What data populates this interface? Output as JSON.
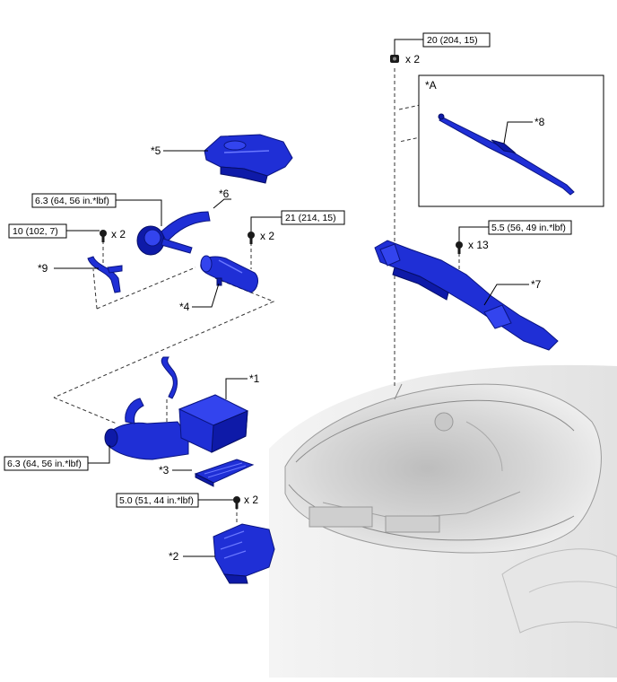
{
  "labels": {
    "p1": "*1",
    "p2": "*2",
    "p3": "*3",
    "p4": "*4",
    "p5": "*5",
    "p6": "*6",
    "p7": "*7",
    "p8": "*8",
    "p9": "*9",
    "inset": "*A"
  },
  "torques": {
    "t_top": "20 (204, 15)",
    "t_right": "5.5 (56, 49 in.*lbf)",
    "t_mid": "21 (214, 15)",
    "t_left": "10 (102, 7)",
    "t_6": "6.3 (64, 56 in.*lbf)",
    "t_1": "6.3 (64, 56 in.*lbf)",
    "t_2": "5.0 (51, 44 in.*lbf)"
  },
  "quantities": {
    "q_top": "x 2",
    "q_right": "x 13",
    "q_mid": "x 2",
    "q_left": "x 2",
    "q_2": "x 2"
  },
  "colors": {
    "part": "#1f2fd6",
    "part_dark": "#0e1aa8",
    "engine_bay": "#d9d9d9"
  },
  "icons": {
    "bolt": "bolt-icon",
    "nut": "nut-icon"
  }
}
